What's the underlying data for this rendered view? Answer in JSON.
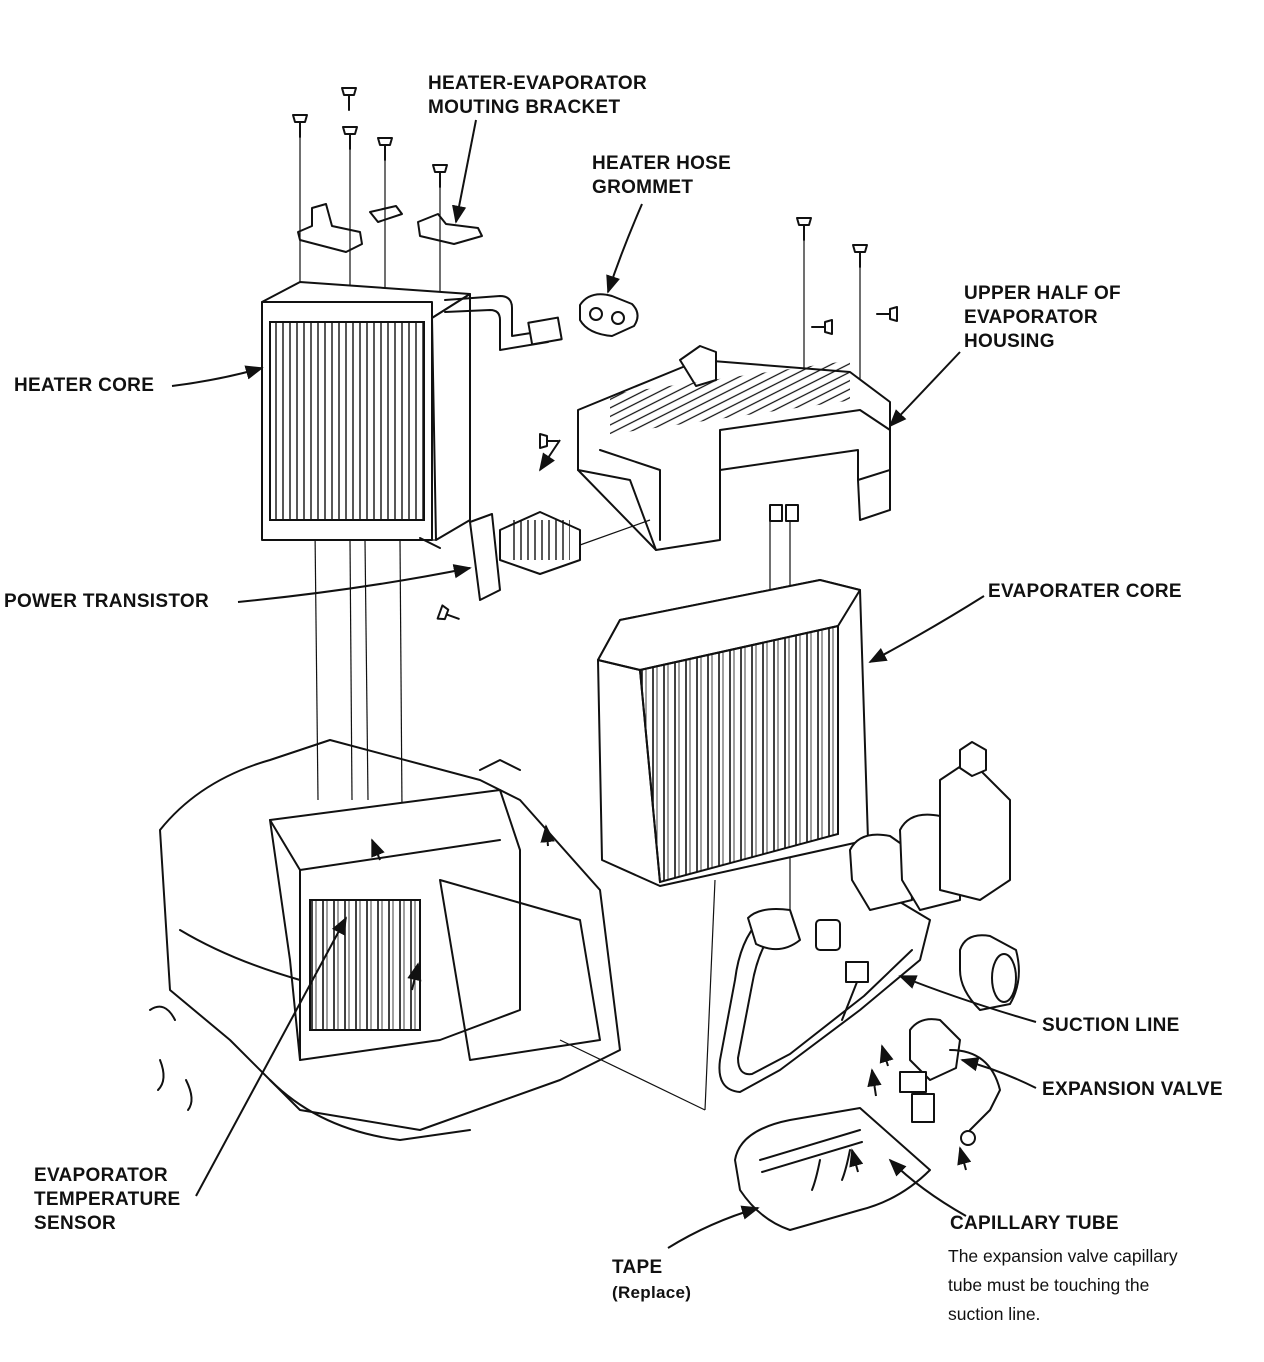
{
  "labels": {
    "bracket_1": "HEATER-EVAPORATOR",
    "bracket_2": "MOUTING BRACKET",
    "grommet_1": "HEATER HOSE",
    "grommet_2": "GROMMET",
    "upper_1": "UPPER HALF OF",
    "upper_2": "EVAPORATOR",
    "upper_3": "HOUSING",
    "heater_core": "HEATER CORE",
    "power_transistor": "POWER TRANSISTOR",
    "evap_core": "EVAPORATER CORE",
    "suction_line": "SUCTION LINE",
    "expansion_valve": "EXPANSION VALVE",
    "sensor_1": "EVAPORATOR",
    "sensor_2": "TEMPERATURE",
    "sensor_3": "SENSOR",
    "tape": "TAPE",
    "tape_note": "(Replace)",
    "capillary": "CAPILLARY TUBE",
    "capillary_note_1": "The expansion valve capillary",
    "capillary_note_2": "tube must be touching the",
    "capillary_note_3": "suction line."
  }
}
